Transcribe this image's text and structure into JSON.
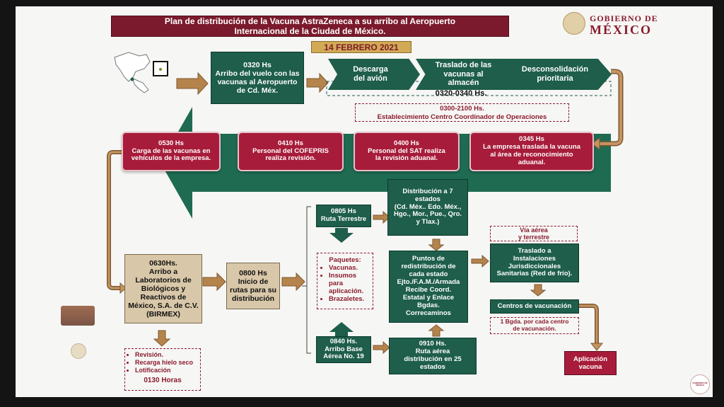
{
  "title": "Plan de distribución de la Vacuna AstraZeneca a su arribo al  Aeropuerto\nInternacional de la Ciudad de México.",
  "date": "14 FEBRERO 2021",
  "logo": {
    "line1": "GOBIERNO DE",
    "line2": "MÉXICO"
  },
  "bottom_logo": {
    "label": "GOBIERNO DE MÉXICO"
  },
  "steps": {
    "arrival": "0320 Hs\nArribo del vuelo con las vacunas al Aeropuerto de Cd. Méx.",
    "unload": "Descarga\ndel avión",
    "transfer": "Traslado de las\nvacunas al\nalmacén",
    "deconsolidation": "Desconsolidación\nprioritaria",
    "time_range": "0320-0340 Hs.",
    "coord_note": "0300-2100 Hs.\nEstablecimiento Centro Coordinador de Operaciones",
    "r0345": "0345 Hs\nLa empresa  traslada la vacuna\nal área de reconocimiento\naduanal.",
    "r0400": "0400 Hs\nPersonal del SAT realiza\nla revisión aduanal.",
    "r0410": "0410 Hs\nPersonal del COFEPRIS\nrealiza revisión.",
    "r0530": "0530 Hs\nCarga de las vacunas en\nvehículos de la empresa.",
    "birmex": "0630Hs.\nArribo a\nLaboratorios de\nBiológicos y\nReactivos de\nMéxico, S.A. de C.V.\n(BIRMEX)",
    "routes": "0800 Hs\nInicio de\nrutas para su\ndistribución",
    "land_route": "0805 Hs\nRuta Terrestre",
    "packages_title": "Paquetes:",
    "packages_items": [
      "Vacunas.",
      "Insumos para aplicación.",
      "Brazaletes."
    ],
    "air_base": "0840 Hs.\nArribo Base\nAérea No. 19",
    "seven_states": "Distribución a 7\nestados\n(Cd. Méx.. Edo. Méx.,\nHgo., Mor., Pue., Qro.\ny Tlax.)",
    "redistribution": "Puntos de\nredistribución de\ncada estado\nEjto./F.A.M./Armada\nRecibe Coord.\nEstatal y Enlace\nBgdas.\nCorrecaminos",
    "air_route": "0910 Hs.\nRuta aérea\ndistribución en 25\nestados",
    "via_note": "Vía aérea\ny terrestre",
    "installations": "Traslado a\nInstalaciones\nJurisdiccionales\nSanitarias (Red de frío).",
    "centers": "Centros de vacunación",
    "brigade_note": "1 Bgda. por cada centro\nde vacunación.",
    "application": "Aplicación\nvacuna",
    "review_items": [
      "Revisión.",
      "Recarga hielo seco",
      "Lotificación"
    ],
    "review_hours": "0130 Horas"
  },
  "colors": {
    "green": "#1e5e4b",
    "red": "#a71c3a",
    "tan": "#d8c7a8",
    "maroon": "#7b1a2c",
    "gold": "#d2aa55",
    "arrow": "#b07d45"
  }
}
